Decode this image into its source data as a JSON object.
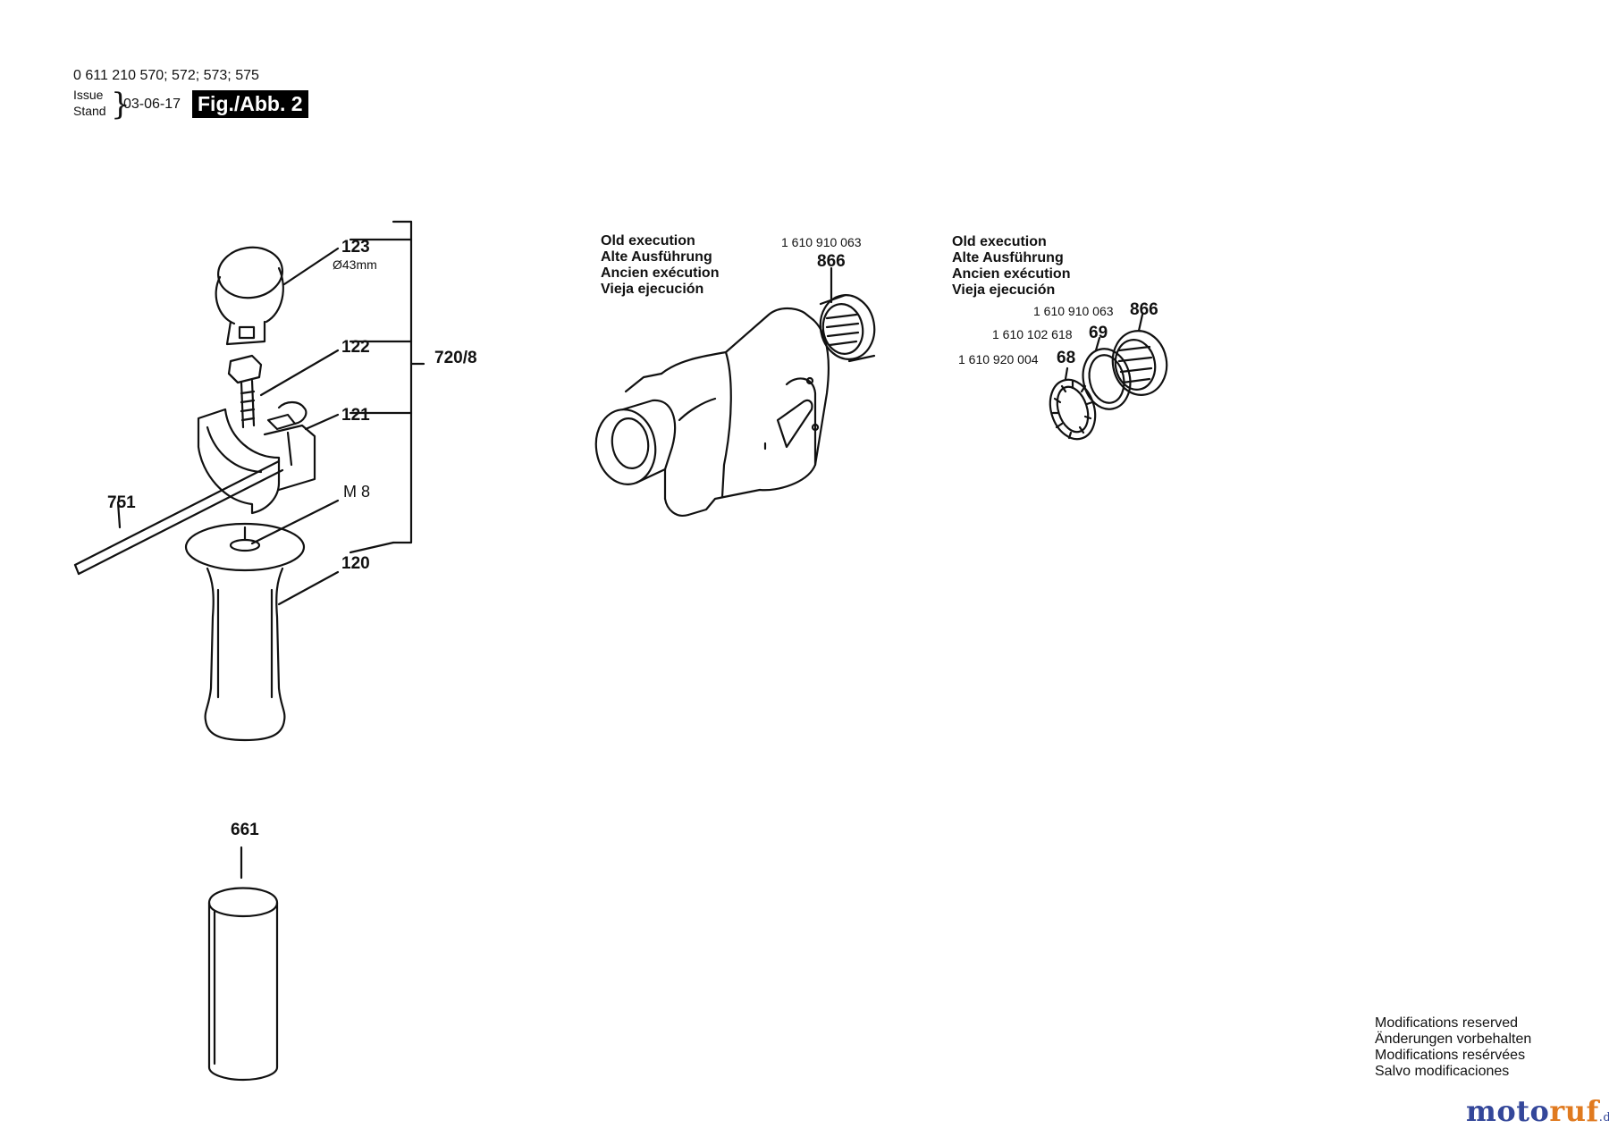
{
  "header": {
    "part_numbers": "0 611 210 570; 572; 573; 575",
    "issue_label": "Issue",
    "stand_label": "Stand",
    "date": "03-06-17",
    "figure_label": "Fig./Abb. 2"
  },
  "callouts": {
    "c123": "123",
    "c123_size": "Ø43mm",
    "c122": "122",
    "c121": "121",
    "c720": "720/8",
    "c751": "751",
    "cm8": "M 8",
    "c120": "120",
    "c661": "661"
  },
  "old_execution_1": {
    "lines": [
      "Old execution",
      "Alte Ausführung",
      "Ancien exécution",
      "Vieja ejecución"
    ],
    "part_no": "1 610 910 063",
    "ref": "866"
  },
  "old_execution_2": {
    "lines": [
      "Old execution",
      "Alte Ausführung",
      "Ancien exécution",
      "Vieja ejecución"
    ],
    "parts": [
      {
        "part_no": "1 610 910 063",
        "ref": "866"
      },
      {
        "part_no": "1 610 102 618",
        "ref": "69"
      },
      {
        "part_no": "1 610 920 004",
        "ref": "68"
      }
    ]
  },
  "footer": {
    "notes": [
      "Modifications reserved",
      "Änderungen vorbehalten",
      "Modifications resérvées",
      "Salvo modificaciones"
    ],
    "logo_part1": "moto",
    "logo_part2": "ruf",
    "logo_suffix": ".de"
  }
}
